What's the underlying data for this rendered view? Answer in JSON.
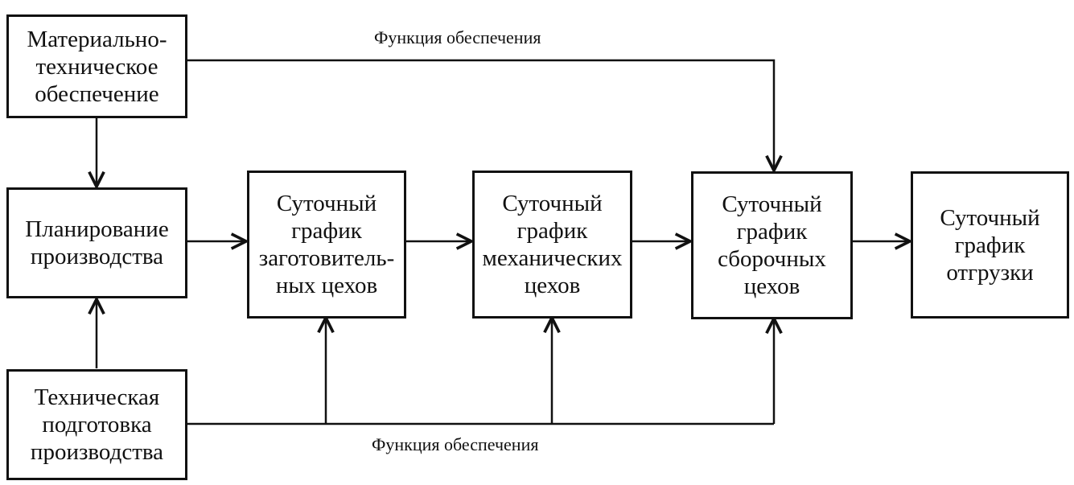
{
  "boxes": {
    "material": [
      "Материально-",
      "техническое",
      "обеспечение"
    ],
    "planning": [
      "Планирование",
      "производства"
    ],
    "tech_prep": [
      "Техническая",
      "подготовка",
      "производства"
    ],
    "blank_shops": [
      "Суточный",
      "график",
      "заготовитель-",
      "ных цехов"
    ],
    "mech_shops": [
      "Суточный",
      "график",
      "механических",
      "цехов"
    ],
    "assembly_shops": [
      "Суточный",
      "график",
      "сборочных",
      "цехов"
    ],
    "shipping": [
      "Суточный",
      "график",
      "отгрузки"
    ]
  },
  "labels": {
    "supply_top": "Функция обеспечения",
    "supply_bottom": "Функция обеспечения"
  }
}
